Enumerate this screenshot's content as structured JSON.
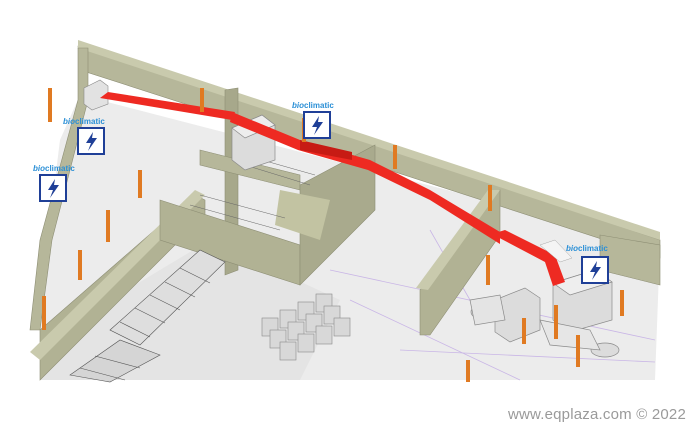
{
  "watermark": "www.eqplaza.com © 2022",
  "brand": {
    "prefix": "bio",
    "suffix": "climatic"
  },
  "colors": {
    "wall": "#b6b79a",
    "wall_dark": "#9fa082",
    "floor": "#e9e9e9",
    "duct": "#ee2a22",
    "pole": "#e07a22",
    "badge_border": "#1f3f97",
    "brand_text": "#2a8fd6"
  },
  "units": [
    {
      "id": "unit-1",
      "icon": "lightning-bolt-icon"
    },
    {
      "id": "unit-2",
      "icon": "lightning-bolt-icon"
    },
    {
      "id": "unit-3",
      "icon": "lightning-bolt-icon"
    },
    {
      "id": "unit-4",
      "icon": "lightning-bolt-icon"
    }
  ]
}
